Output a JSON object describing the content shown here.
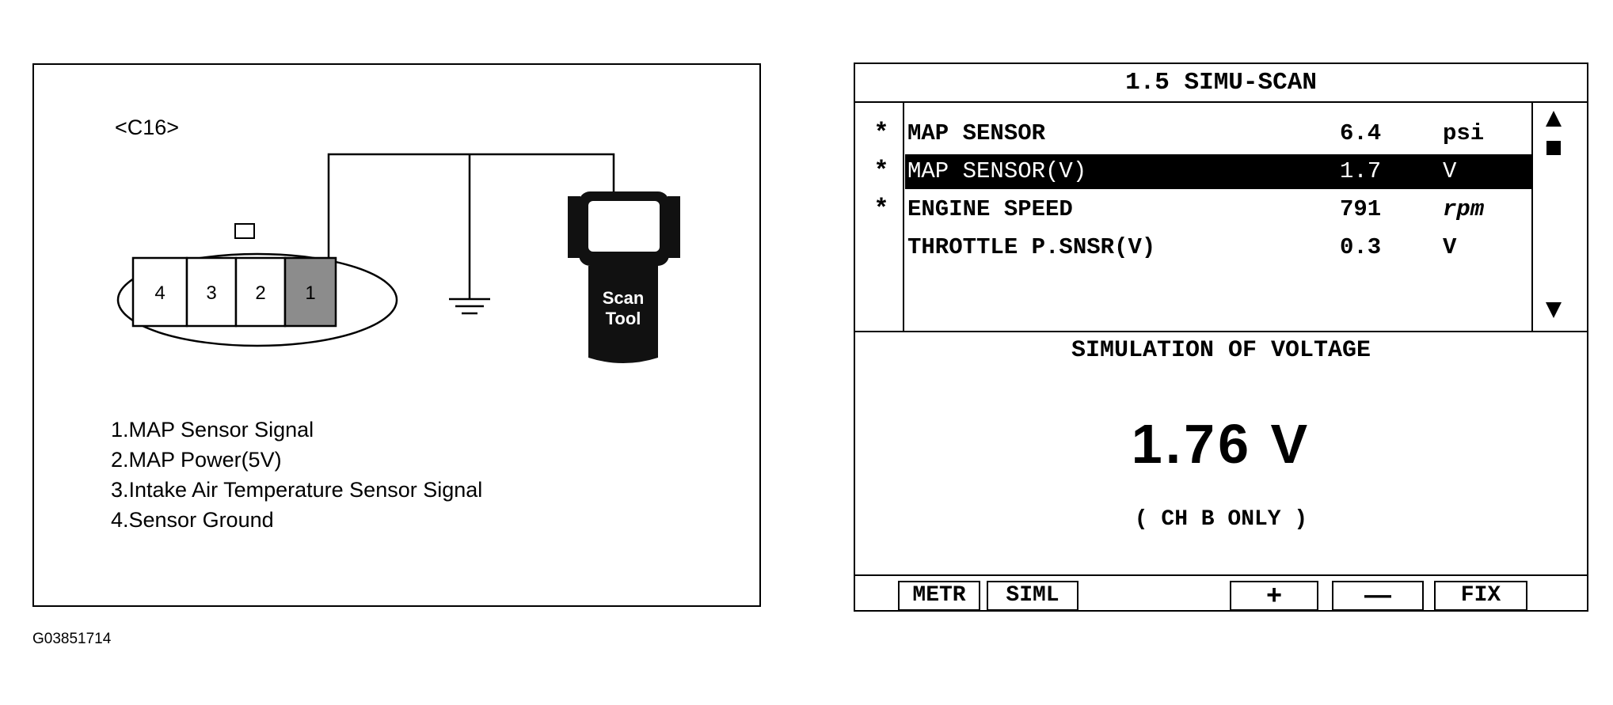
{
  "diagram": {
    "connector_label": "<C16>",
    "pins": [
      "4",
      "3",
      "2",
      "1"
    ],
    "highlighted_pin": "1",
    "scan_tool_label_line1": "Scan",
    "scan_tool_label_line2": "Tool",
    "legend": [
      "1.MAP Sensor Signal",
      "2.MAP Power(5V)",
      "3.Intake Air Temperature Sensor Signal",
      "4.Sensor Ground"
    ],
    "figure_id": "G03851714"
  },
  "screen": {
    "title": "1.5 SIMU-SCAN",
    "rows": [
      {
        "mark": "*",
        "name": "MAP SENSOR",
        "value": "6.4",
        "unit": "psi"
      },
      {
        "mark": "*",
        "name": "MAP SENSOR(V)",
        "value": "1.7",
        "unit": "V"
      },
      {
        "mark": "*",
        "name": "ENGINE SPEED",
        "value": "791",
        "unit": "rpm"
      },
      {
        "mark": "",
        "name": "THROTTLE P.SNSR(V)",
        "value": "0.3",
        "unit": "V"
      }
    ],
    "selected_row": 1,
    "sim_title": "SIMULATION OF VOLTAGE",
    "sim_value": "1.76 V",
    "sim_note": "( CH B ONLY )",
    "function_keys": {
      "metr": "METR",
      "siml": "SIML",
      "plus": "+",
      "minus": "—",
      "fix": "FIX"
    }
  }
}
